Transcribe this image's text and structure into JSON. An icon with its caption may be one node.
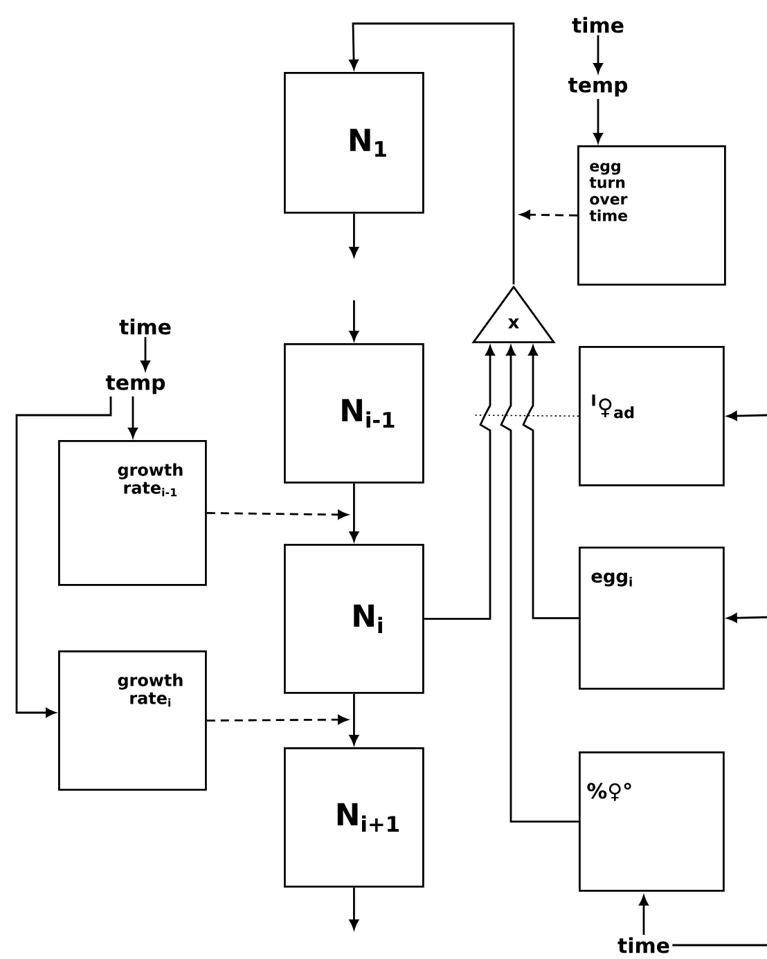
{
  "diagram": {
    "nodes": [
      {
        "text": [
          "time"
        ]
      },
      {
        "text": [
          "temp"
        ]
      },
      {
        "text": [
          "egg turn over time"
        ]
      },
      {
        "text": [
          "N$_{1}$"
        ]
      },
      {
        "text": [
          "x"
        ]
      },
      {
        "text": [
          "N$_{i-1}$"
        ]
      },
      {
        "text": [
          "time"
        ]
      },
      {
        "text": [
          "temp"
        ]
      },
      {
        "text": [
          "growth rate$_{i-1}$"
        ]
      },
      {
        "text": [
          "$^{I}$♀$_{ad}$"
        ]
      },
      {
        "text": [
          "N$_{i}$"
        ]
      },
      {
        "text": [
          "egg$_{i}$"
        ]
      },
      {
        "text": [
          "growth rate$_{i}$"
        ]
      },
      {
        "text": [
          "N$_{i+1}$"
        ]
      },
      {
        "text": [
          "%♀°"
        ]
      },
      {
        "text": [
          "time"
        ]
      }
    ],
    "edges": [
      {
        "from": 0,
        "to": 1,
        "arrow": "to"
      },
      {
        "from": 1,
        "to": 2,
        "arrow": "to"
      },
      {
        "from": 2,
        "to": null,
        "arrow": "to",
        "style": "dashed"
      },
      {
        "from": 4,
        "to": 3,
        "arrow": "to"
      },
      {
        "from": 3,
        "to": null,
        "arrow": "to"
      },
      {
        "from": null,
        "to": 5,
        "arrow": "to"
      },
      {
        "from": 6,
        "to": 7,
        "arrow": "to"
      },
      {
        "from": 7,
        "to": 8,
        "arrow": "to"
      },
      {
        "from": 7,
        "to": 12,
        "arrow": "to"
      },
      {
        "from": 8,
        "to": null,
        "arrow": "to",
        "style": "dashed"
      },
      {
        "from": 5,
        "to": 10,
        "arrow": "to"
      },
      {
        "from": 12,
        "to": null,
        "arrow": "to",
        "style": "dashed"
      },
      {
        "from": 10,
        "to": 13,
        "arrow": "to"
      },
      {
        "from": 13,
        "to": null,
        "arrow": "to"
      },
      {
        "from": 10,
        "to": 4,
        "arrow": "to"
      },
      {
        "from": 14,
        "to": 4,
        "arrow": "to"
      },
      {
        "from": 11,
        "to": 4,
        "arrow": "to"
      },
      {
        "from": 9,
        "to": null,
        "arrow": "none",
        "style": "dashed"
      },
      {
        "from": null,
        "to": 9,
        "arrow": "to"
      },
      {
        "from": null,
        "to": 11,
        "arrow": "to"
      },
      {
        "from": 15,
        "to": 14,
        "arrow": "to"
      },
      {
        "from": 15,
        "to": null,
        "arrow": "none"
      }
    ]
  }
}
